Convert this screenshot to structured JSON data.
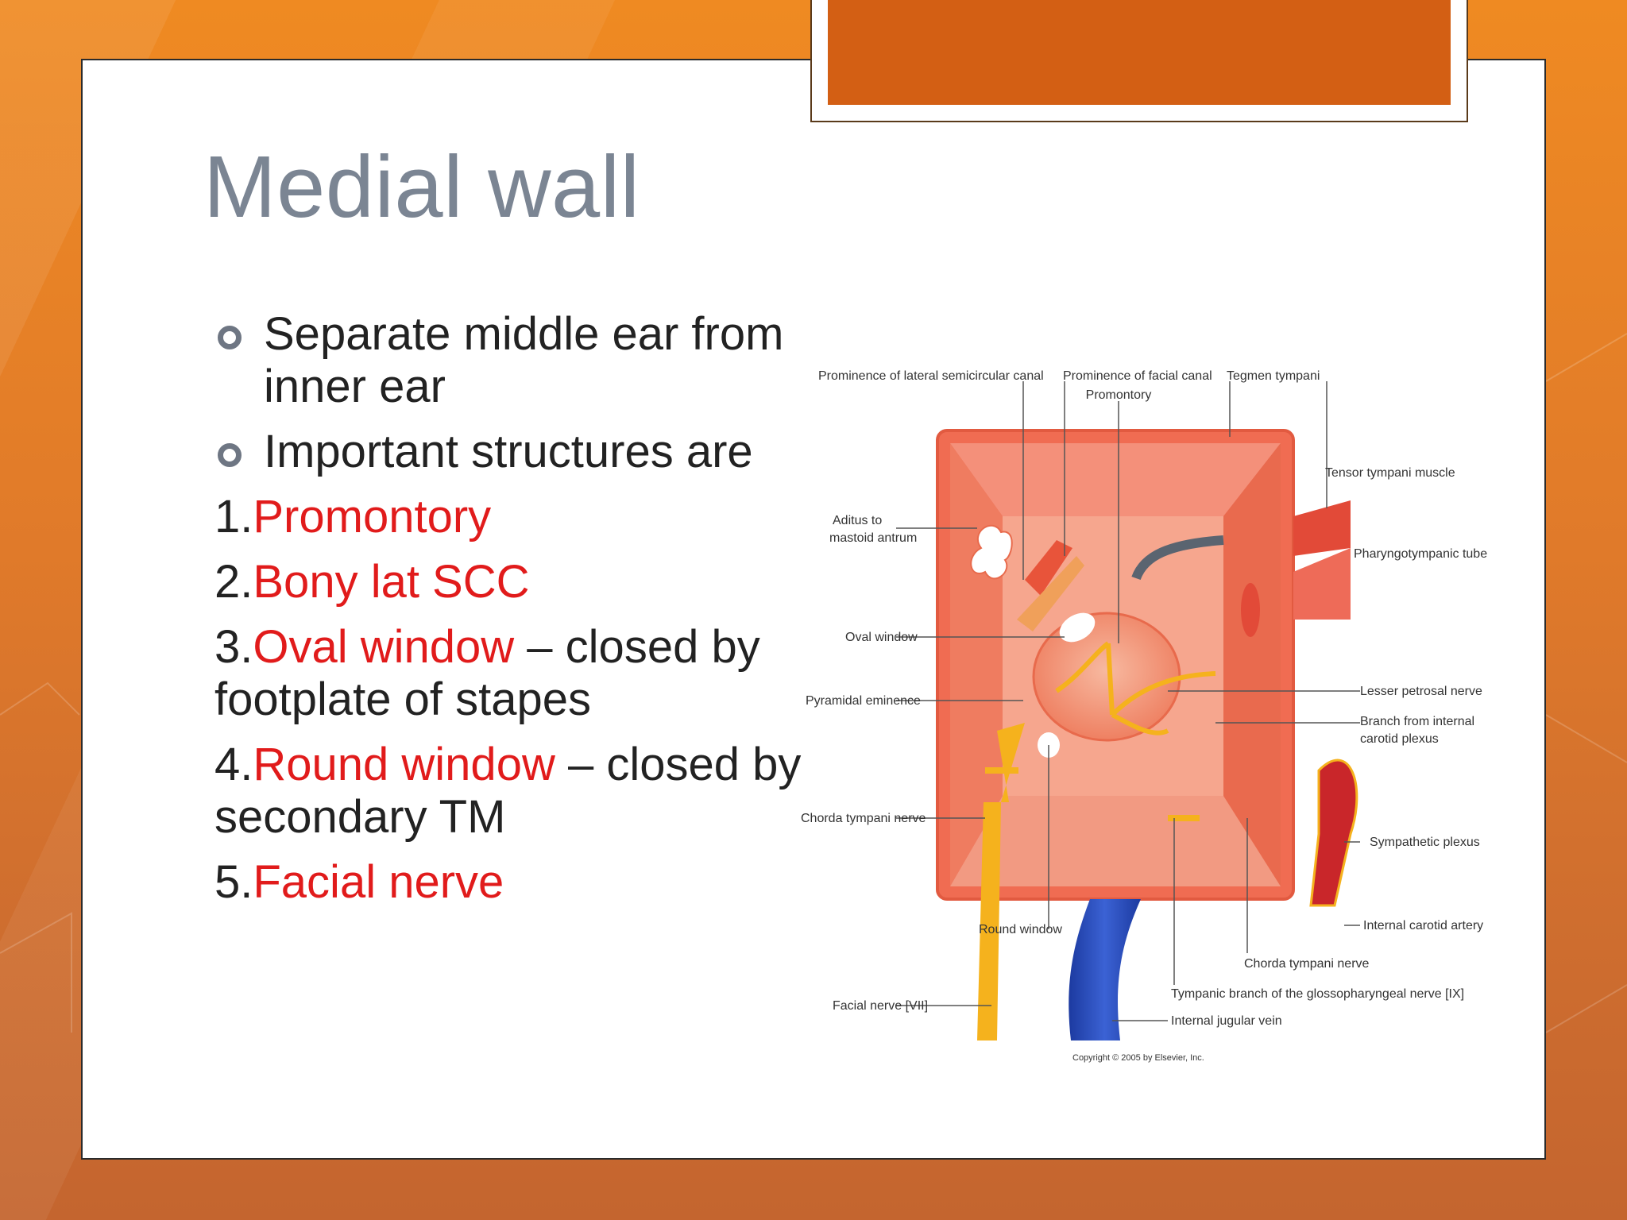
{
  "slide": {
    "title": "Medial wall",
    "bullets": [
      "Separate middle ear from inner ear",
      "Important structures are"
    ],
    "items": [
      {
        "num": "1.",
        "name": "Promontory",
        "rest": ""
      },
      {
        "num": "2.",
        "name": "Bony lat SCC",
        "rest": ""
      },
      {
        "num": "3.",
        "name": "Oval window",
        "rest": " – closed by footplate of stapes"
      },
      {
        "num": "4.",
        "name": "Round window",
        "rest": " – closed by secondary TM"
      },
      {
        "num": "5.",
        "name": "Facial nerve",
        "rest": ""
      }
    ],
    "accent_color": "#e11b1b",
    "title_color": "#7b8593"
  },
  "figure": {
    "labels": {
      "lat_scc": "Prominence of lateral semicircular canal",
      "facial_canal": "Prominence of facial canal",
      "tegmen": "Tegmen tympani",
      "promontory": "Promontory",
      "tensor": "Tensor tympani muscle",
      "aditus_1": "Aditus to",
      "aditus_2": "mastoid antrum",
      "pharyngo": "Pharyngotympanic tube",
      "oval": "Oval window",
      "pyramidal": "Pyramidal eminence",
      "lesser_petrosal": "Lesser petrosal nerve",
      "branch_1": "Branch from internal",
      "branch_2": "carotid plexus",
      "chorda_left": "Chorda tympani nerve",
      "sympathetic": "Sympathetic plexus",
      "internal_carotid": "Internal carotid artery",
      "round": "Round window",
      "chorda_bottom": "Chorda tympani nerve",
      "tympanic_branch": "Tympanic branch of the glossopharyngeal nerve [IX]",
      "facial_nerve": "Facial nerve [VII]",
      "ijv": "Internal jugular vein",
      "copyright": "Copyright © 2005 by Elsevier, Inc."
    }
  }
}
